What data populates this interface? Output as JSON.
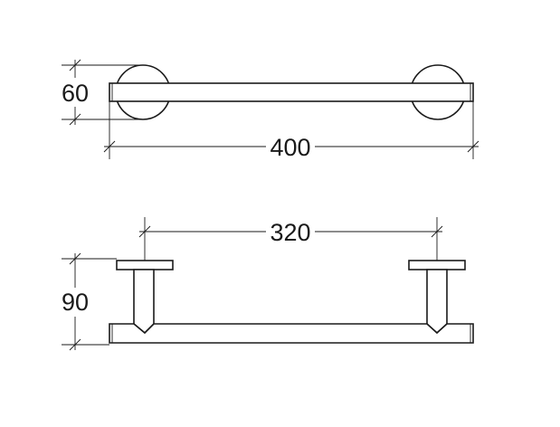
{
  "drawing": {
    "top_view": {
      "height_dim": "60",
      "length_dim": "400"
    },
    "side_view": {
      "height_dim": "90",
      "spacing_dim": "320"
    }
  },
  "colors": {
    "line": "#1a1a1a",
    "background": "#ffffff"
  }
}
